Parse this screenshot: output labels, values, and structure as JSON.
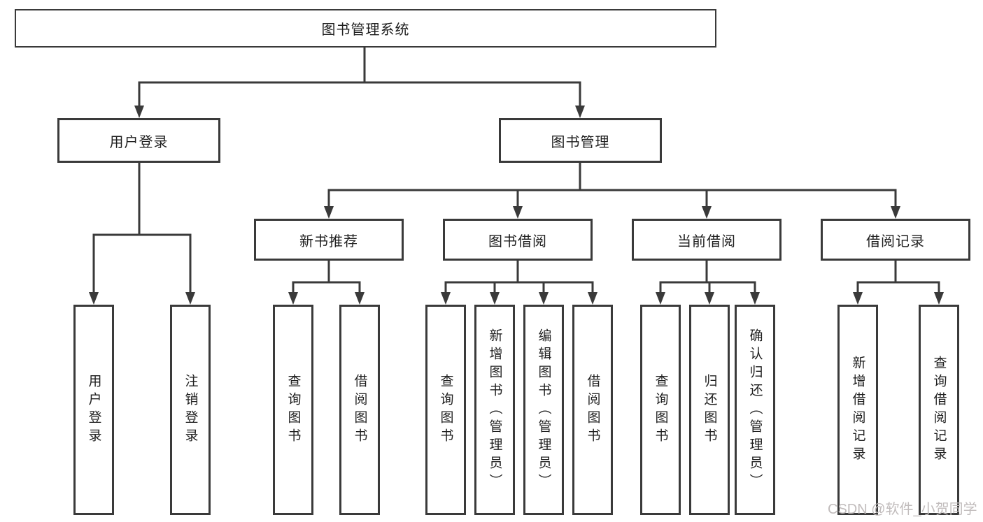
{
  "diagram": {
    "root": {
      "label": "图书管理系统"
    },
    "level2": [
      {
        "label": "用户登录"
      },
      {
        "label": "图书管理"
      }
    ],
    "level3": [
      {
        "label": "新书推荐"
      },
      {
        "label": "图书借阅"
      },
      {
        "label": "当前借阅"
      },
      {
        "label": "借阅记录"
      }
    ],
    "leaves": {
      "user_login": [
        {
          "label": "用户登录"
        },
        {
          "label": "注销登录"
        }
      ],
      "new_books": [
        {
          "label": "查询图书"
        },
        {
          "label": "借阅图书"
        }
      ],
      "book_borrow": [
        {
          "label": "查询图书"
        },
        {
          "label": "新增图书（管理员）"
        },
        {
          "label": "编辑图书（管理员）"
        },
        {
          "label": "借阅图书"
        }
      ],
      "current_borrow": [
        {
          "label": "查询图书"
        },
        {
          "label": "归还图书"
        },
        {
          "label": "确认归还（管理员）"
        }
      ],
      "borrow_records": [
        {
          "label": "新增借阅记录"
        },
        {
          "label": "查询借阅记录"
        }
      ]
    },
    "colors": {
      "line": "#3a3a3a",
      "text": "#1f1f1f",
      "watermark": "#c1bcbc",
      "background": "#ffffff"
    }
  },
  "watermark": {
    "text": "CSDN @软件_小贺同学"
  }
}
